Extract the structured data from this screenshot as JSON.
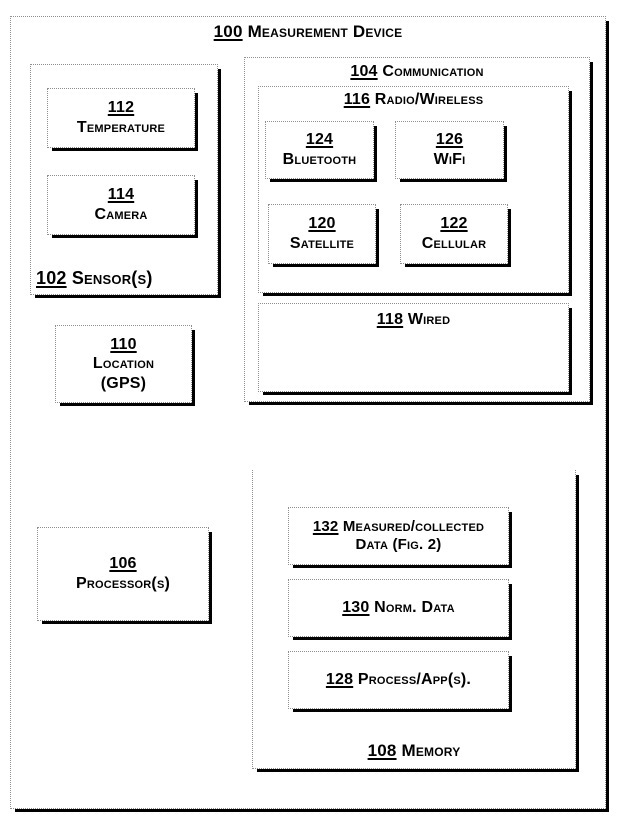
{
  "figure_title": {
    "number": "100",
    "label": "Measurement Device"
  },
  "blocks": {
    "sensors": {
      "number": "102",
      "label": "Sensor(s)"
    },
    "temperature": {
      "number": "112",
      "label": "Temperature"
    },
    "camera": {
      "number": "114",
      "label": "Camera"
    },
    "location": {
      "number": "110",
      "label": "Location",
      "sublabel": "(GPS)"
    },
    "communication": {
      "number": "104",
      "label": "Communication"
    },
    "radio_wireless": {
      "number": "116",
      "label": "Radio/Wireless"
    },
    "bluetooth": {
      "number": "124",
      "label": "Bluetooth"
    },
    "wifi": {
      "number": "126",
      "label": "WiFi"
    },
    "satellite": {
      "number": "120",
      "label": "Satellite"
    },
    "cellular": {
      "number": "122",
      "label": "Cellular"
    },
    "wired": {
      "number": "118",
      "label": "Wired"
    },
    "processor": {
      "number": "106",
      "label": "Processor(s)"
    },
    "memory": {
      "number": "108",
      "label": "Memory"
    },
    "measured_data": {
      "number": "132",
      "label_line1": "Measured/collected",
      "label_line2": "Data (Fig. 2)"
    },
    "norm_data": {
      "number": "130",
      "label": "Norm. Data"
    },
    "process_apps": {
      "number": "128",
      "label": "Process/App(s)."
    }
  },
  "style": {
    "background": "#ffffff",
    "text_color": "#000000",
    "dotted_border_color": "#8f8f8f",
    "shadow_color": "#000000"
  }
}
